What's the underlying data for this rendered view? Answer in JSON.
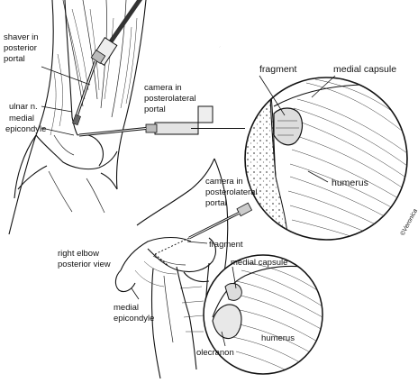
{
  "labels": {
    "shaver": [
      "shaver in",
      "posterior",
      "portal"
    ],
    "ulnar_nerve": "ulnar n.",
    "medial_epicondyle_top": [
      "medial",
      "epicondyle"
    ],
    "camera_top": [
      "camera in",
      "posterolateral",
      "portal"
    ],
    "fragment_top": "fragment",
    "medial_capsule_top": "medial capsule",
    "humerus_top": "humerus",
    "signature": "©Veronica",
    "camera_bottom": [
      "camera in",
      "posterolateral",
      "portal"
    ],
    "right_elbow": [
      "right elbow",
      "posterior view"
    ],
    "fragment_bottom": "fragment",
    "medial_capsule_bottom": "medial capsule",
    "medial_epicondyle_bottom": [
      "medial",
      "epicondyle"
    ],
    "olecranon": "olecranon",
    "humerus_bottom": "humerus"
  },
  "colors": {
    "ink": "#111111",
    "background": "#ffffff",
    "metal_dark": "#444444",
    "metal_light": "#bbbbbb"
  }
}
